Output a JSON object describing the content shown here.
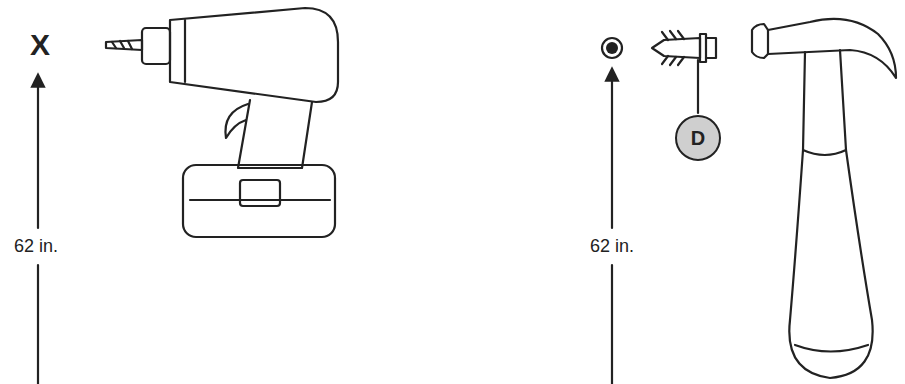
{
  "diagram": {
    "nodes": [
      {
        "text": [
          "D"
        ]
      }
    ],
    "labels": [
      "X",
      "62 in.",
      "62 in."
    ]
  }
}
